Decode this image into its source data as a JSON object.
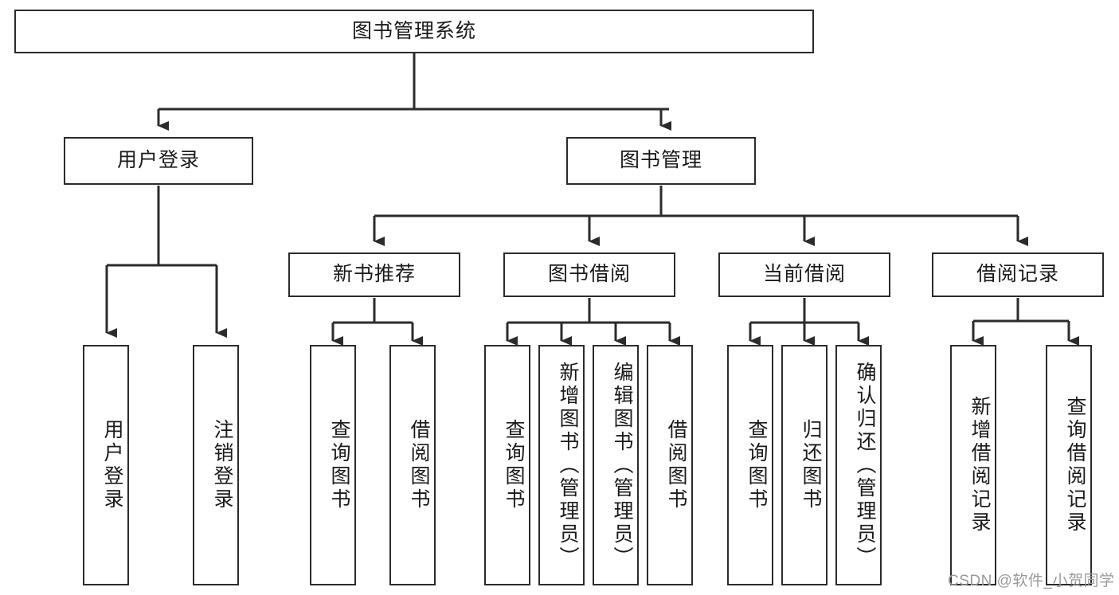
{
  "diagram": {
    "type": "tree-hierarchy-chart",
    "title": "图书管理系统",
    "stroke_color": "#2b2b2b",
    "fill_color": "#ffffff",
    "text_color": "#1a1a1a",
    "levels": 4
  },
  "root": {
    "label": "图书管理系统"
  },
  "level2": [
    {
      "label": "用户登录"
    },
    {
      "label": "图书管理"
    }
  ],
  "level3": [
    {
      "label": "新书推荐"
    },
    {
      "label": "图书借阅"
    },
    {
      "label": "当前借阅"
    },
    {
      "label": "借阅记录"
    }
  ],
  "leaves": {
    "user_login": [
      {
        "label": "用户登录"
      },
      {
        "label": "注销登录"
      }
    ],
    "new_book_recommend": [
      {
        "label": "查询图书"
      },
      {
        "label": "借阅图书"
      }
    ],
    "book_borrow": [
      {
        "label": "查询图书"
      },
      {
        "label": "新增图书（管理员）"
      },
      {
        "label": "编辑图书（管理员）"
      },
      {
        "label": "借阅图书"
      }
    ],
    "current_borrow": [
      {
        "label": "查询图书"
      },
      {
        "label": "归还图书"
      },
      {
        "label": "确认归还（管理员）"
      }
    ],
    "borrow_record": [
      {
        "label": "新增借阅记录"
      },
      {
        "label": "查询借阅记录"
      }
    ]
  },
  "watermark": {
    "text": "CSDN @软件_小贺同学"
  }
}
